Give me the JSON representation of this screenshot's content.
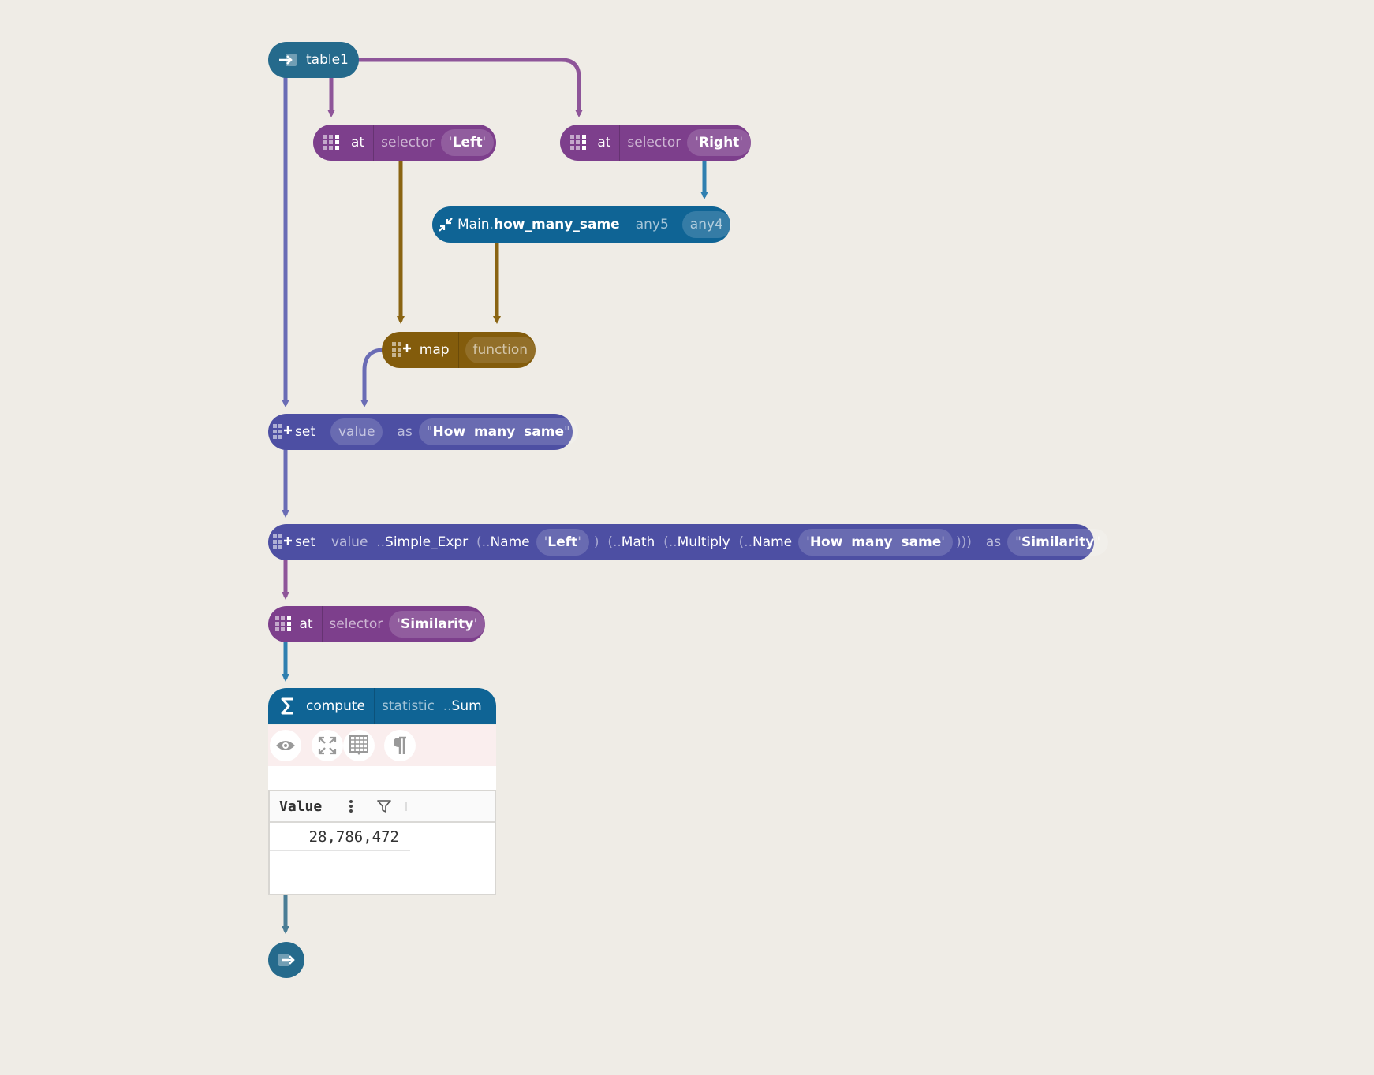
{
  "colors": {
    "background": "#efece6",
    "at_node": "#7d3f8c",
    "call_node": "#0f6495",
    "map_node": "#835c0c",
    "set_node": "#4d4fa3",
    "io_node": "#256a8c",
    "edge_table": "#6a6cb5",
    "edge_column": "#8e5599",
    "edge_value": "#2f7fb0",
    "edge_function": "#8a6412"
  },
  "input_node": {
    "icon": "input-arrow-icon",
    "label": "table1"
  },
  "at_left": {
    "icon": "table-grid-icon",
    "fn": "at",
    "arg": "selector",
    "q1": "'",
    "value": "Left",
    "q2": "'"
  },
  "at_right": {
    "icon": "table-grid-icon",
    "fn": "at",
    "arg": "selector",
    "q1": "'",
    "value": "Right",
    "q2": "'"
  },
  "call_node": {
    "icon": "collapse-arrows-icon",
    "module": "Main",
    "dot": ".",
    "name": "how_many_same",
    "arg1": "any5",
    "arg2": "any4"
  },
  "map_node": {
    "icon": "table-add-icon",
    "fn": "map",
    "arg": "function"
  },
  "set1": {
    "icon": "table-add-icon",
    "fn": "set",
    "arg": "value",
    "as": "as",
    "q1": "\"",
    "w1": "How",
    "w2": "many",
    "w3": "same",
    "q2": "\""
  },
  "set2": {
    "icon": "table-add-icon",
    "fn": "set",
    "arg": "value",
    "dd1": "..",
    "t1": "Simple_Expr",
    "p1": "(",
    "dd2": "..",
    "t2": "Name",
    "q1": "'",
    "v1": "Left",
    "q2": "'",
    "p1c": ")",
    "p2": "(",
    "dd3": "..",
    "t3": "Math",
    "p3": "(",
    "dd4": "..",
    "t4": "Multiply",
    "p4": "(",
    "dd5": "..",
    "t5": "Name",
    "q3": "'",
    "w1": "How",
    "w2": "many",
    "w3": "same",
    "q4": "'",
    "close": ")))",
    "as": "as",
    "q5": "\"",
    "v2": "Similarity",
    "q6": "\""
  },
  "at_sim": {
    "icon": "table-grid-icon",
    "fn": "at",
    "arg": "selector",
    "q1": "'",
    "value": "Similarity",
    "q2": "'"
  },
  "compute": {
    "icon": "sigma-icon",
    "fn": "compute",
    "arg": "statistic",
    "dd": "..",
    "value": "Sum"
  },
  "viz_toolbar": {
    "buttons": [
      "eye-icon",
      "expand-icon",
      "table-icon",
      "pilcrow-icon"
    ]
  },
  "result_table": {
    "column": "Value",
    "menu_icon": "kebab-menu-icon",
    "filter_icon": "filter-icon",
    "rows": [
      "28,786,472"
    ]
  },
  "output_node": {
    "icon": "output-arrow-icon"
  }
}
